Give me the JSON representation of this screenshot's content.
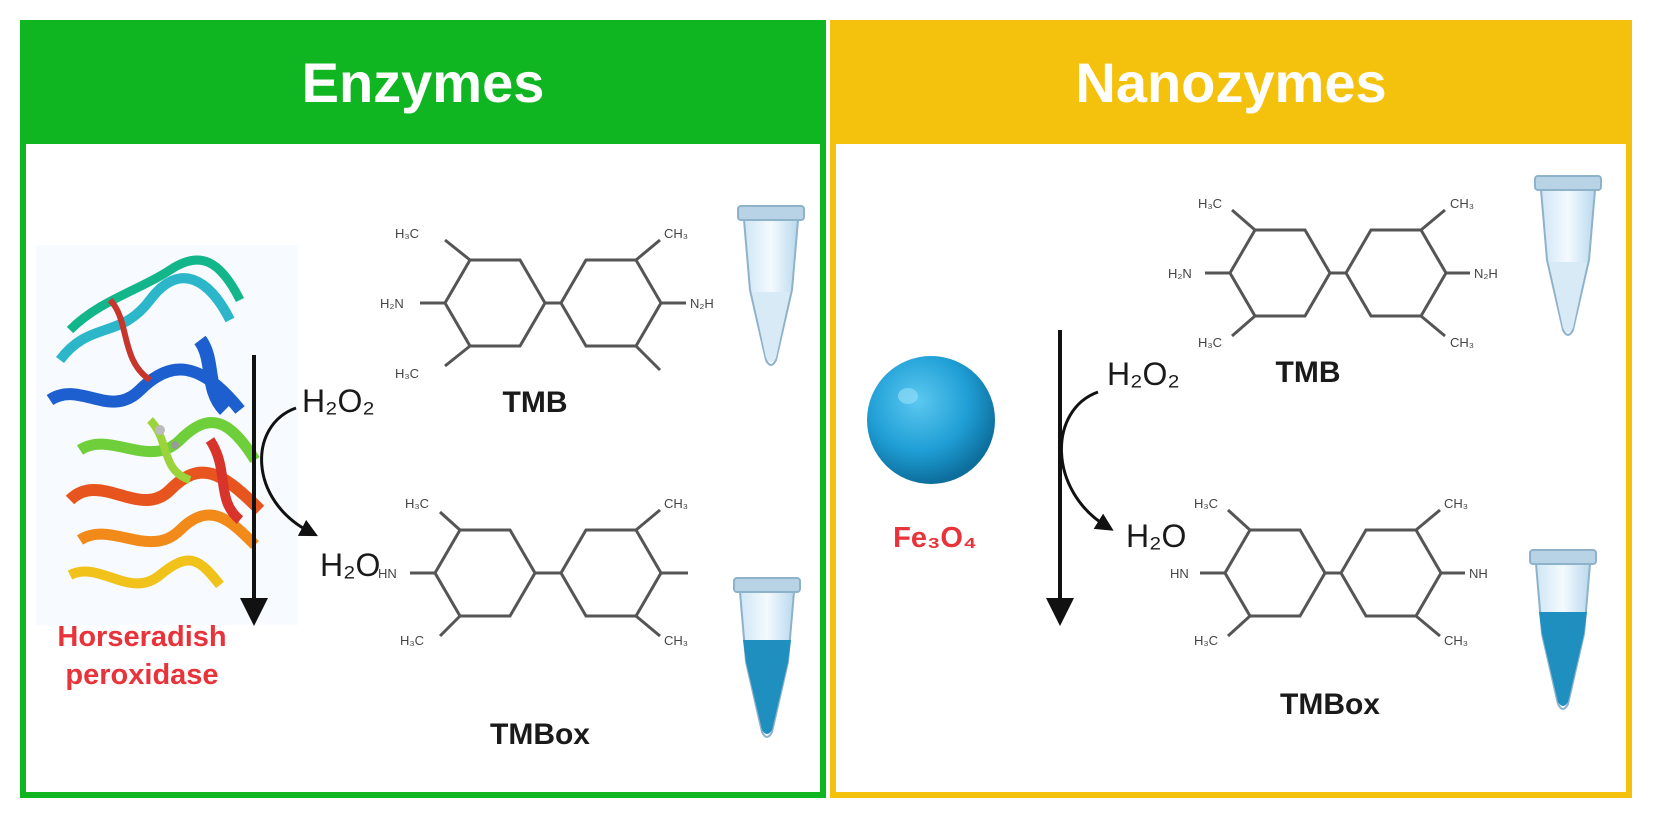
{
  "enzymes": {
    "title": "Enzymes",
    "catalyst": [
      "Horseradish",
      "peroxidase"
    ],
    "reagent_in": "H₂O₂",
    "reagent_out": "H₂O",
    "substrate": "TMB",
    "product": "TMBox",
    "tmb_groups": {
      "tl": "H₃C",
      "tr": "CH₃",
      "ml": "H₂N",
      "mr": "N₂H",
      "bl": "H₃C"
    },
    "tmbox_groups": {
      "tl": "H₃C",
      "tr": "CH₃",
      "ml": "HN",
      "bl": "H₃C",
      "br": "CH₃"
    }
  },
  "nanozymes": {
    "title": "Nanozymes",
    "catalyst": "Fe₃O₄",
    "reagent_in": "H₂O₂",
    "reagent_out": "H₂O",
    "substrate": "TMB",
    "product": "TMBox",
    "tmb_groups": {
      "tl": "H₃C",
      "tr": "CH₃",
      "ml": "H₂N",
      "mr": "N₂H",
      "bl": "H₃C",
      "br": "CH₃"
    },
    "tmbox_groups": {
      "tl": "H₃C",
      "tr": "CH₃",
      "ml": "HN",
      "mr": "NH",
      "bl": "H₃C",
      "br": "CH₃"
    }
  },
  "colors": {
    "enzymes_accent": "#0fb622",
    "nanozymes_accent": "#f4c20d",
    "catalyst_label": "#e8333a",
    "nanoparticle": "#1f9fd6",
    "oxidized_tube": "#1e8fbf"
  },
  "icons": [
    "protein-structure-icon",
    "nanoparticle-sphere-icon",
    "microtube-empty-icon",
    "microtube-blue-icon",
    "reaction-arrow-icon"
  ]
}
